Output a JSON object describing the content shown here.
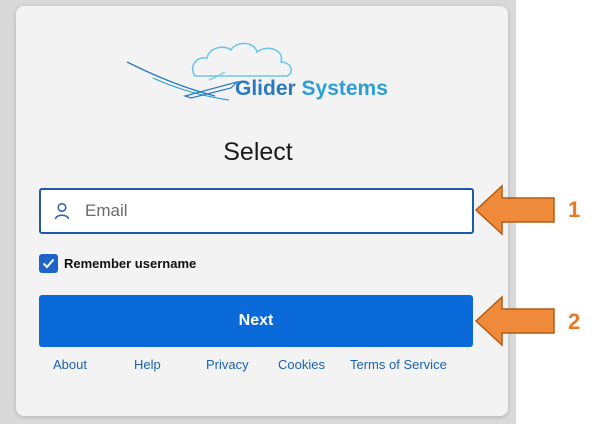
{
  "brand": {
    "part1": "Glider",
    "part2": " Systems"
  },
  "title": "Select",
  "email": {
    "value": "",
    "placeholder": "Email"
  },
  "remember": {
    "label": "Remember username",
    "checked": true
  },
  "next_label": "Next",
  "footer": [
    "About",
    "Help",
    "Privacy",
    "Cookies",
    "Terms of Service"
  ],
  "annotations": [
    "1",
    "2"
  ],
  "colors": {
    "primary": "#0a69d8",
    "focus_border": "#1f5aa6",
    "link": "#1a63b5",
    "callout": "#ee7722",
    "logo_blue": "#2a9fd6"
  },
  "icons": {
    "email": "person-icon",
    "remember": "checkmark-icon"
  }
}
